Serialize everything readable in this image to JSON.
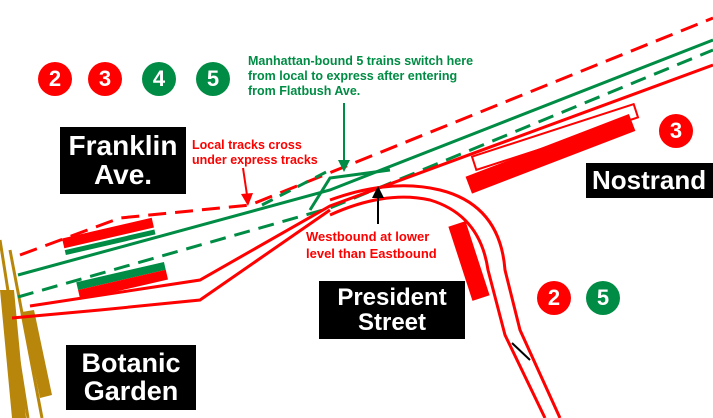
{
  "colors": {
    "red": "#ff0000",
    "green": "#008c44",
    "gold": "#b8860b",
    "black": "#000000",
    "white": "#ffffff"
  },
  "service_bullets": {
    "franklin": [
      "2",
      "3",
      "4",
      "5"
    ],
    "nostrand": [
      "3"
    ],
    "president": [
      "2",
      "5"
    ]
  },
  "stations": {
    "franklin": [
      "Franklin",
      "Ave."
    ],
    "nostrand": [
      "Nostrand"
    ],
    "president": [
      "President",
      "Street"
    ],
    "botanic": [
      "Botanic",
      "Garden"
    ]
  },
  "annotations": {
    "switch_note": [
      "Manhattan-bound 5 trains switch here",
      "from local to express after entering",
      "from Flatbush Ave."
    ],
    "cross_note": [
      "Local tracks cross",
      "under express tracks"
    ],
    "level_note": [
      "Westbound at lower",
      "level than Eastbound"
    ]
  }
}
